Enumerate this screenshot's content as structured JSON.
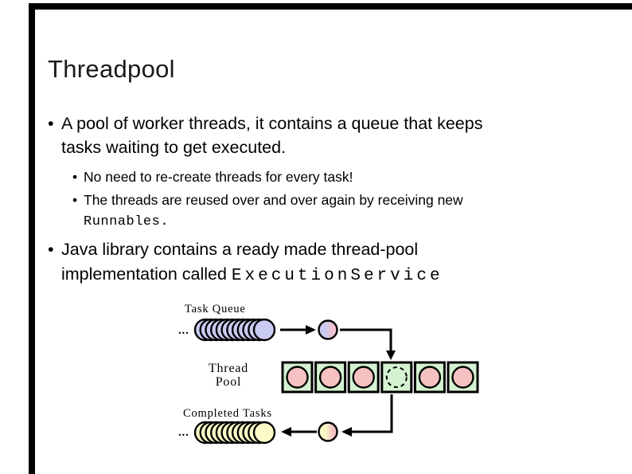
{
  "slide": {
    "title": "Threadpool",
    "glyphs": {
      "bullet": "•"
    },
    "bullets": {
      "b1": {
        "lines": [
          "A pool of worker threads, it contains a queue that keeps",
          "tasks waiting to get executed."
        ]
      },
      "sub1": {
        "text": "No need to re-create threads for every task!"
      },
      "sub2": {
        "line1": "The threads are reused over and over again by receiving new",
        "code": "Runnables."
      },
      "b2": {
        "line1": "Java library contains a ready made thread-pool",
        "line2_plain": "implementation called ",
        "line2_code": "ExecutionService"
      }
    }
  },
  "diagram": {
    "labels": {
      "task_queue": "Task Queue",
      "thread_pool_line1": "Thread",
      "thread_pool_line2": "Pool",
      "completed_tasks": "Completed Tasks"
    },
    "ellipsis_top": "...",
    "ellipsis_bottom": "...",
    "queue_stack_count": 12,
    "completed_stack_count": 12,
    "pool_slots": [
      "busy",
      "busy",
      "busy",
      "idle",
      "busy",
      "busy"
    ],
    "colors": {
      "task": "#c9cbf2",
      "task_pink": "#f2c3d0",
      "done": "#fbfbc7",
      "done_pink": "#f5c3c3",
      "pool_box": "#d4f2d1",
      "worker": "#f6c1c1",
      "stroke": "#000000"
    }
  }
}
